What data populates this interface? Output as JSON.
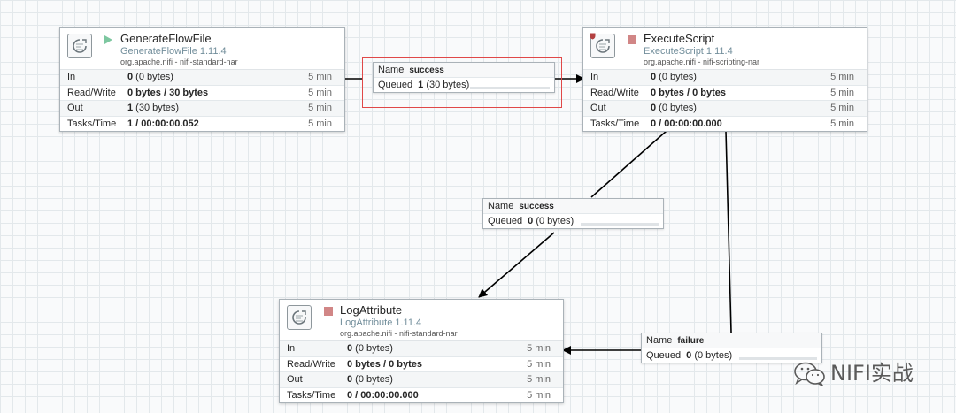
{
  "colors": {
    "canvas_grid": "#e3e8eb",
    "running": "#7dc7a0",
    "stopped": "#d18686",
    "selection": "#e04848",
    "version_text": "#728e9b"
  },
  "processors": {
    "generate": {
      "name": "GenerateFlowFile",
      "version": "GenerateFlowFile 1.11.4",
      "bundle": "org.apache.nifi - nifi-standard-nar",
      "state_icon": "play-icon",
      "stats": [
        {
          "label": "In",
          "value_bold": "0",
          "value_rest": " (0 bytes)",
          "time": "5 min"
        },
        {
          "label": "Read/Write",
          "value_bold": "0 bytes / 30 bytes",
          "value_rest": "",
          "time": "5 min"
        },
        {
          "label": "Out",
          "value_bold": "1",
          "value_rest": " (30 bytes)",
          "time": "5 min"
        },
        {
          "label": "Tasks/Time",
          "value_bold": "1 / 00:00:00.052",
          "value_rest": "",
          "time": "5 min"
        }
      ]
    },
    "execute": {
      "name": "ExecuteScript",
      "version": "ExecuteScript 1.11.4",
      "bundle": "org.apache.nifi - nifi-scripting-nar",
      "state_icon": "stop-icon",
      "stats": [
        {
          "label": "In",
          "value_bold": "0",
          "value_rest": " (0 bytes)",
          "time": "5 min"
        },
        {
          "label": "Read/Write",
          "value_bold": "0 bytes / 0 bytes",
          "value_rest": "",
          "time": "5 min"
        },
        {
          "label": "Out",
          "value_bold": "0",
          "value_rest": " (0 bytes)",
          "time": "5 min"
        },
        {
          "label": "Tasks/Time",
          "value_bold": "0 / 00:00:00.000",
          "value_rest": "",
          "time": "5 min"
        }
      ]
    },
    "log": {
      "name": "LogAttribute",
      "version": "LogAttribute 1.11.4",
      "bundle": "org.apache.nifi - nifi-standard-nar",
      "state_icon": "stop-icon",
      "stats": [
        {
          "label": "In",
          "value_bold": "0",
          "value_rest": " (0 bytes)",
          "time": "5 min"
        },
        {
          "label": "Read/Write",
          "value_bold": "0 bytes / 0 bytes",
          "value_rest": "",
          "time": "5 min"
        },
        {
          "label": "Out",
          "value_bold": "0",
          "value_rest": " (0 bytes)",
          "time": "5 min"
        },
        {
          "label": "Tasks/Time",
          "value_bold": "0 / 00:00:00.000",
          "value_rest": "",
          "time": "5 min"
        }
      ]
    }
  },
  "connections": {
    "c1": {
      "name_label": "Name",
      "name": "success",
      "queued_label": "Queued",
      "queued_bold": "1",
      "queued_rest": " (30 bytes)"
    },
    "c2": {
      "name_label": "Name",
      "name": "success",
      "queued_label": "Queued",
      "queued_bold": "0",
      "queued_rest": " (0 bytes)"
    },
    "c3": {
      "name_label": "Name",
      "name": "failure",
      "queued_label": "Queued",
      "queued_bold": "0",
      "queued_rest": " (0 bytes)"
    }
  },
  "watermark": {
    "text": "NIFI实战",
    "icon": "wechat-icon"
  }
}
